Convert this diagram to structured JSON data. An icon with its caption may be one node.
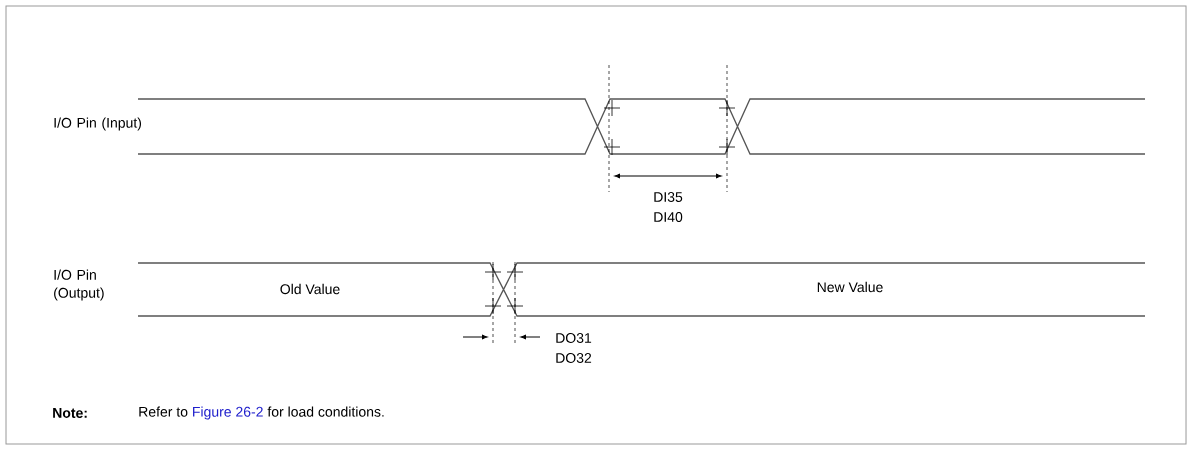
{
  "diagram": {
    "labels": [
      "I/O Pin (Input)",
      "DI35",
      "DI40",
      "I/O Pin (Output)",
      "Old Value",
      "New Value",
      "DO31",
      "DO32",
      "Note:",
      "Refer to",
      "Figure 26-2",
      "for load conditions."
    ]
  }
}
